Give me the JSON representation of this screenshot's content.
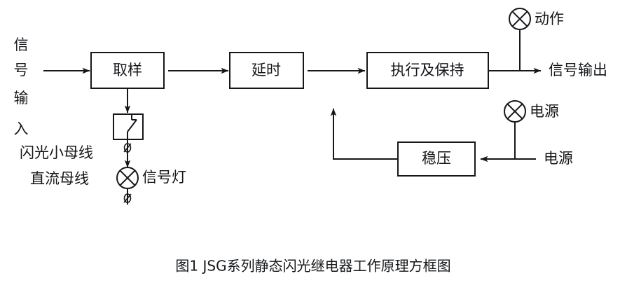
{
  "figure": {
    "caption": "图1  JSG系列静态闪光继电器工作原理方框图",
    "background_color": "#ffffff",
    "line_color": "#15171a"
  },
  "blocks": [
    {
      "id": "sampling",
      "label": "取样"
    },
    {
      "id": "delay",
      "label": "延时"
    },
    {
      "id": "execute_hold",
      "label": "执行及保持"
    },
    {
      "id": "voltage_regulator",
      "label": "稳压"
    }
  ],
  "labels": {
    "signal_input": {
      "chars": [
        "信",
        "号",
        "输",
        "入"
      ],
      "text": "信号输入"
    },
    "flash_bus": "闪光小母线",
    "dc_bus": "直流母线",
    "signal_lamp": "信号灯",
    "action": "动作",
    "signal_output": "信号输出",
    "power_lamp": "电源",
    "power_source": "电源"
  },
  "symbols": [
    {
      "id": "relay-contact",
      "name": "relay-contact-box"
    },
    {
      "id": "lamp-signal",
      "name": "signal-lamp-symbol"
    },
    {
      "id": "lamp-action",
      "name": "action-lamp-symbol"
    },
    {
      "id": "lamp-power",
      "name": "power-lamp-symbol"
    },
    {
      "id": "terminal-upper",
      "name": "terminal-marker"
    },
    {
      "id": "terminal-lower",
      "name": "terminal-marker"
    }
  ],
  "connections": [
    {
      "from": "signal_input",
      "to": "sampling",
      "kind": "arrow"
    },
    {
      "from": "sampling",
      "to": "delay",
      "kind": "arrow"
    },
    {
      "from": "delay",
      "to": "execute_hold",
      "kind": "arrow"
    },
    {
      "from": "sampling",
      "to": "relay-contact",
      "kind": "arrow"
    },
    {
      "from": "relay-contact",
      "to": "lamp-signal",
      "kind": "arrow"
    },
    {
      "from": "execute_hold",
      "to": "signal_output",
      "kind": "arrow"
    },
    {
      "from": "power_source",
      "to": "voltage_regulator",
      "kind": "arrow"
    },
    {
      "from": "voltage_regulator",
      "to": "execute_hold",
      "kind": "arrow-feedback"
    }
  ]
}
